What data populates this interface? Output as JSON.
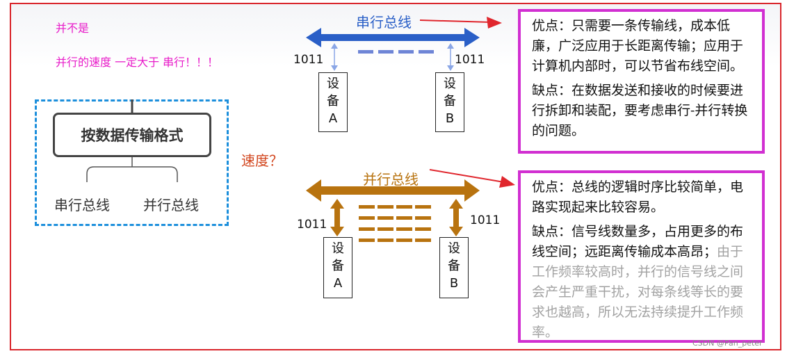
{
  "notes": {
    "line1": "并不是",
    "line2": "并行的速度 一定大于 串行！！！"
  },
  "category": {
    "title": "按数据传输格式",
    "children": [
      "串行总线",
      "并行总线"
    ]
  },
  "speed_question": "速度？",
  "serial": {
    "bus_label": "串行总线",
    "left_value": "1011",
    "right_value": "1011",
    "device_a": [
      "设",
      "备",
      "A"
    ],
    "device_b": [
      "设",
      "备",
      "B"
    ],
    "color": "#2a5fc7",
    "panel": {
      "pros": "优点：只需要一条传输线，成本低廉，广泛应用于长距离传输；应用于计算机内部时，可以节省布线空间。",
      "cons": "缺点：在数据发送和接收的时候要进行拆卸和装配，要考虑串行-并行转换的问题。"
    }
  },
  "parallel": {
    "bus_label": "并行总线",
    "left_value": "1011",
    "right_value": "1011",
    "device_a": [
      "设",
      "备",
      "A"
    ],
    "device_b": [
      "设",
      "备",
      "B"
    ],
    "color": "#b8730f",
    "panel": {
      "pros": "优点：总线的逻辑时序比较简单，电路实现起来比较容易。",
      "cons_dark": "缺点：信号线数量多，占用更多的布线空间；远距离传输成本高昂；",
      "cons_gray": "由于工作频率较高时，并行的信号线之间会产生严重干扰，对每条线等长的要求也越高，所以无法持续提升工作频率。"
    }
  },
  "watermark": "CSDN @Pan_peter",
  "colors": {
    "note": "#e81cc9",
    "panel_border": "#d12fd1",
    "callout_arrow": "#e0262d",
    "frame": "#d9262c"
  }
}
